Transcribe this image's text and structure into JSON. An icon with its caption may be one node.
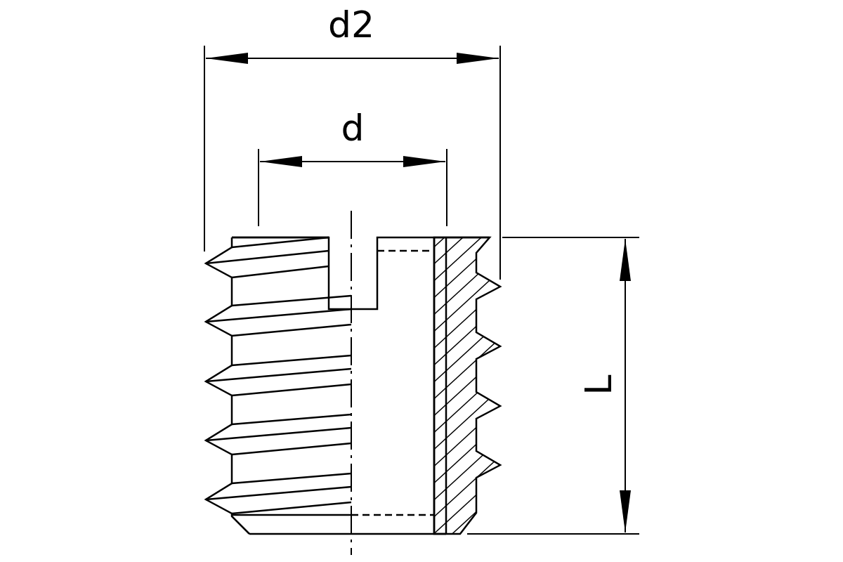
{
  "diagram": {
    "labels": [
      "d2",
      "d",
      "L"
    ]
  }
}
